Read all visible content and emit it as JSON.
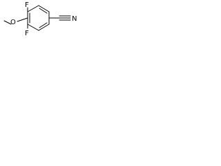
{
  "molecule": {
    "atoms": {
      "fluorine_top": "F",
      "fluorine_bottom": "F",
      "oxygen": "O",
      "nitrogen": "N"
    },
    "colors": {
      "bond": "#000000",
      "label": "#000000",
      "background": "#ffffff"
    }
  }
}
